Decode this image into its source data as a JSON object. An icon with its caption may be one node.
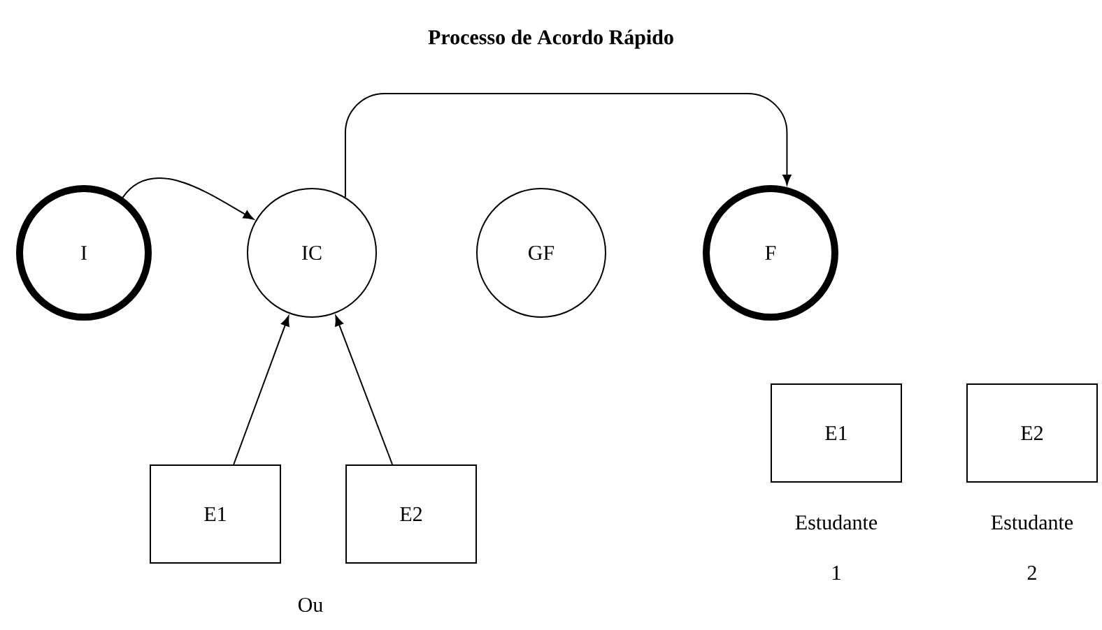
{
  "diagram": {
    "title": "Processo de Acordo Rápido",
    "nodes": [
      {
        "text": [
          "I"
        ]
      },
      {
        "text": [
          "IC"
        ]
      },
      {
        "text": [
          "GF"
        ]
      },
      {
        "text": [
          "F"
        ]
      },
      {
        "text": [
          "E1"
        ]
      },
      {
        "text": [
          "E2"
        ]
      },
      {
        "text": [
          "E1"
        ],
        "beside": [
          "Estudante 1"
        ]
      },
      {
        "text": [
          "E2"
        ],
        "beside": [
          "Estudante 2"
        ]
      }
    ],
    "edges": [
      {
        "from": 0,
        "to": 1,
        "arrow": "to"
      },
      {
        "from": 1,
        "to": 3,
        "arrow": "to"
      },
      {
        "from": 4,
        "to": 1,
        "arrow": "to"
      },
      {
        "from": 5,
        "to": 1,
        "arrow": "to"
      }
    ],
    "labels": [
      "Ou"
    ]
  }
}
